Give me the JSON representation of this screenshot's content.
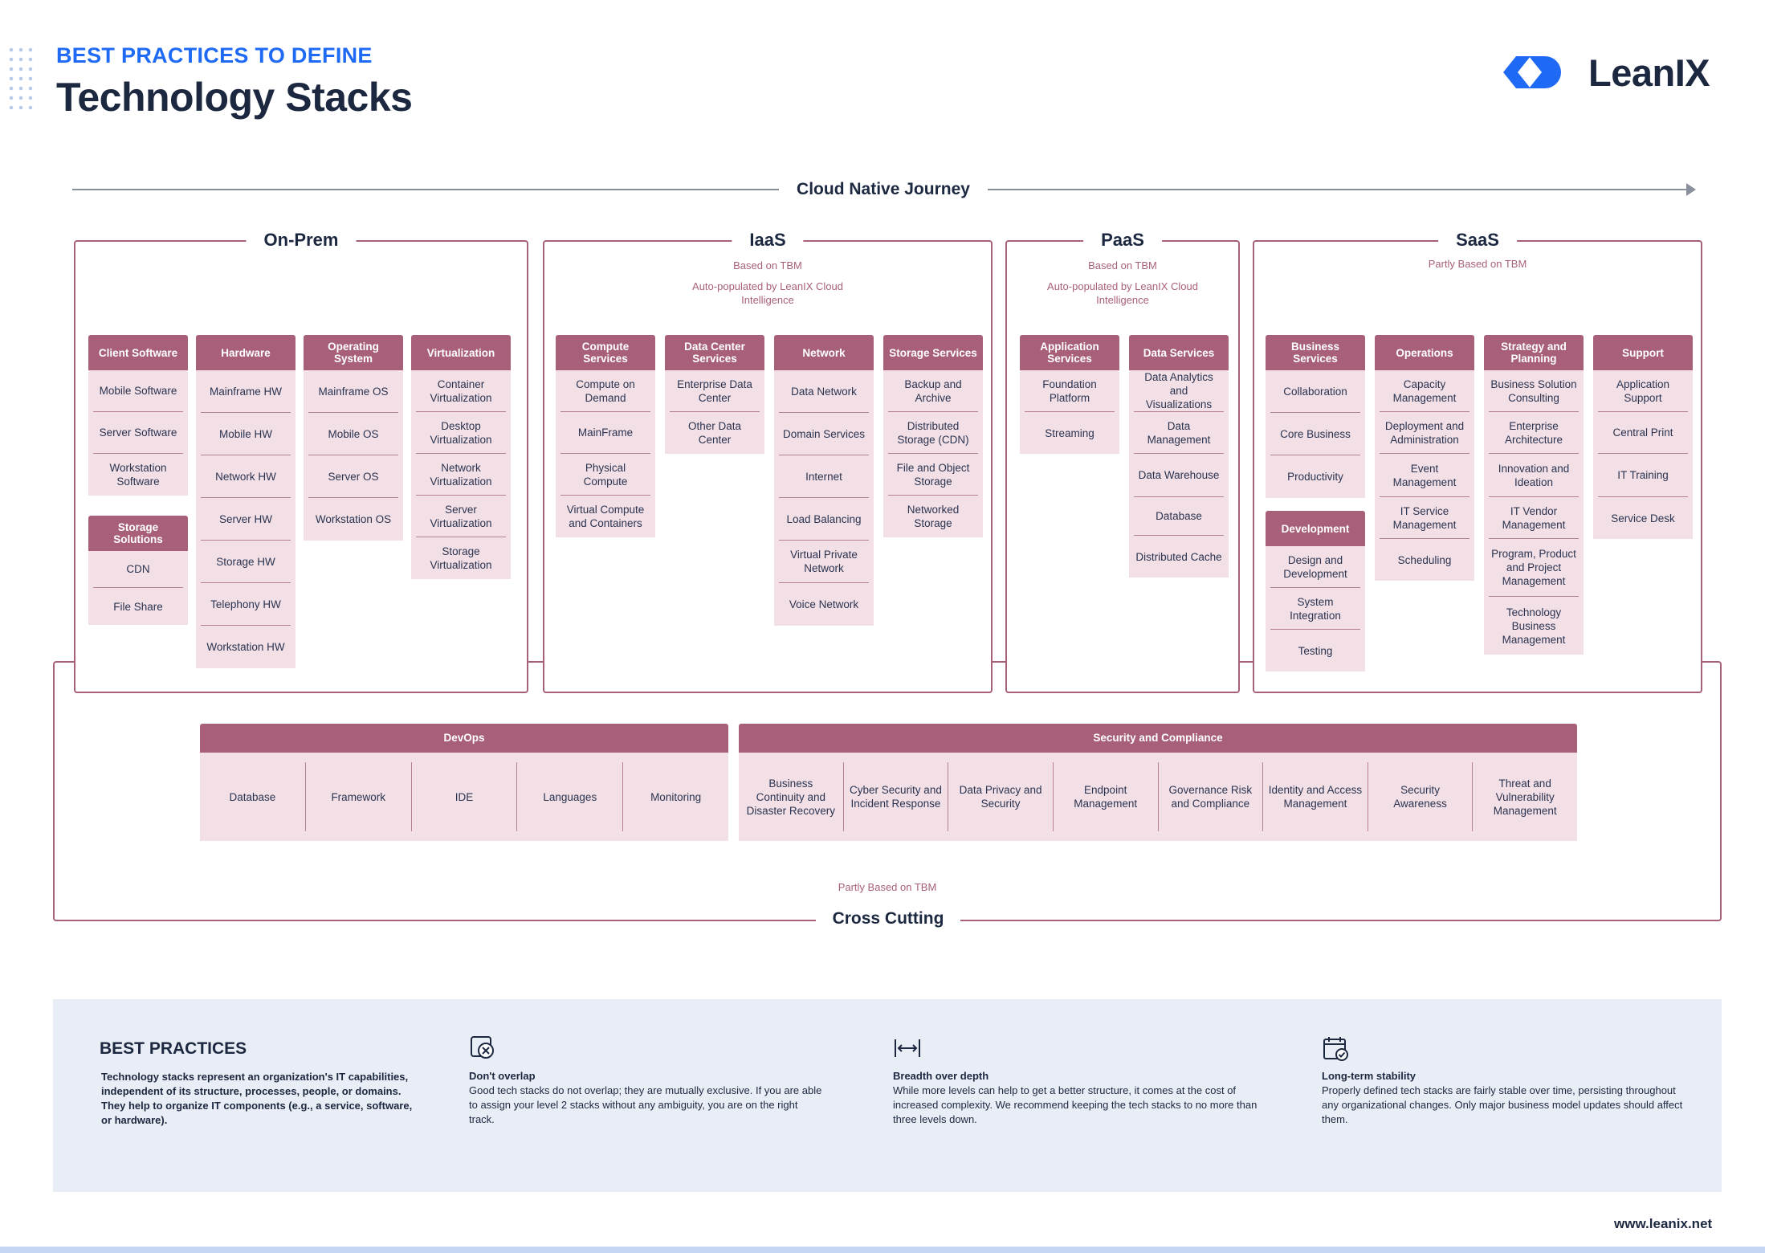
{
  "header": {
    "subtitle": "BEST PRACTICES TO DEFINE",
    "title": "Technology Stacks",
    "brand": "LeanIX"
  },
  "journey": {
    "label": "Cloud Native Journey"
  },
  "sections": {
    "onprem": {
      "title": "On-Prem",
      "columns": [
        {
          "head": "Client Software",
          "items": [
            "Mobile Software",
            "Server Software",
            "Workstation Software"
          ]
        },
        {
          "head": "Storage Solutions",
          "items": [
            "CDN",
            "File Share"
          ]
        },
        {
          "head": "Hardware",
          "items": [
            "Mainframe HW",
            "Mobile HW",
            "Network HW",
            "Server HW",
            "Storage HW",
            "Telephony HW",
            "Workstation HW"
          ]
        },
        {
          "head": "Operating System",
          "items": [
            "Mainframe OS",
            "Mobile OS",
            "Server OS",
            "Workstation OS"
          ]
        },
        {
          "head": "Virtualization",
          "items": [
            "Container Virtualization",
            "Desktop Virtualization",
            "Network Virtualization",
            "Server Virtualization",
            "Storage Virtualization"
          ]
        }
      ]
    },
    "iaas": {
      "title": "IaaS",
      "tbm": "Based on TBM",
      "auto": "Auto-populated by LeanIX Cloud Intelligence",
      "columns": [
        {
          "head": "Compute Services",
          "items": [
            "Compute on Demand",
            "MainFrame",
            "Physical Compute",
            "Virtual Compute and Containers"
          ]
        },
        {
          "head": "Data Center Services",
          "items": [
            "Enterprise Data Center",
            "Other Data Center"
          ]
        },
        {
          "head": "Network",
          "items": [
            "Data Network",
            "Domain Services",
            "Internet",
            "Load Balancing",
            "Virtual Private Network",
            "Voice Network"
          ]
        },
        {
          "head": "Storage Services",
          "items": [
            "Backup and Archive",
            "Distributed Storage (CDN)",
            "File and Object Storage",
            "Networked Storage"
          ]
        }
      ]
    },
    "paas": {
      "title": "PaaS",
      "tbm": "Based on TBM",
      "auto": "Auto-populated by LeanIX Cloud Intelligence",
      "columns": [
        {
          "head": "Application Services",
          "items": [
            "Foundation Platform",
            "Streaming"
          ]
        },
        {
          "head": "Data Services",
          "items": [
            "Data Analytics and Visualizations",
            "Data Management",
            "Data Warehouse",
            "Database",
            "Distributed Cache"
          ]
        }
      ]
    },
    "saas": {
      "title": "SaaS",
      "tbm": "Partly Based on TBM",
      "columns": [
        {
          "head": "Business Services",
          "items": [
            "Collaboration",
            "Core Business",
            "Productivity"
          ]
        },
        {
          "head": "Development",
          "items": [
            "Design and Development",
            "System Integration",
            "Testing"
          ]
        },
        {
          "head": "Operations",
          "items": [
            "Capacity Management",
            "Deployment and Administration",
            "Event Management",
            "IT Service Management",
            "Scheduling"
          ]
        },
        {
          "head": "Strategy and Planning",
          "items": [
            "Business Solution Consulting",
            "Enterprise Architecture",
            "Innovation and Ideation",
            "IT Vendor Management",
            "Program, Product and Project Management",
            "Technology Business Management"
          ]
        },
        {
          "head": "Support",
          "items": [
            "Application Support",
            "Central Print",
            "IT Training",
            "Service Desk"
          ]
        }
      ]
    }
  },
  "cross_cutting": {
    "title": "Cross Cutting",
    "tbm": "Partly Based on TBM",
    "devops": {
      "head": "DevOps",
      "items": [
        "Database",
        "Framework",
        "IDE",
        "Languages",
        "Monitoring"
      ]
    },
    "security": {
      "head": "Security and Compliance",
      "items": [
        "Business Continuity and Disaster Recovery",
        "Cyber Security and Incident Response",
        "Data Privacy and Security",
        "Endpoint Management",
        "Governance Risk and Compliance",
        "Identity and Access Management",
        "Security Awareness",
        "Threat and Vulnerability Management"
      ]
    }
  },
  "best_practices": {
    "title": "BEST PRACTICES",
    "intro": "Technology stacks represent an organization's IT capabilities, independent of its structure, processes, people, or domains. They help to organize IT components (e.g., a service, software, or hardware).",
    "items": [
      {
        "icon": "overlap-icon",
        "head": "Don't overlap",
        "text": "Good tech stacks do not overlap; they are mutually exclusive. If you are able to assign your level 2 stacks without any ambiguity, you are on the right track."
      },
      {
        "icon": "width-arrows-icon",
        "head": "Breadth over depth",
        "text": "While more levels can help to get a better structure, it comes at the cost of increased complexity. We recommend keeping the tech stacks to no more than three levels down."
      },
      {
        "icon": "calendar-check-icon",
        "head": "Long-term stability",
        "text": "Properly defined tech stacks are fairly stable over time, persisting throughout any organizational changes. Only major business model updates should affect them."
      }
    ]
  },
  "footer": {
    "url": "www.leanix.net"
  },
  "colors": {
    "accent": "#a8607a",
    "card": "#f3dfe6",
    "blue": "#1f6af5",
    "navy": "#1c2740"
  }
}
